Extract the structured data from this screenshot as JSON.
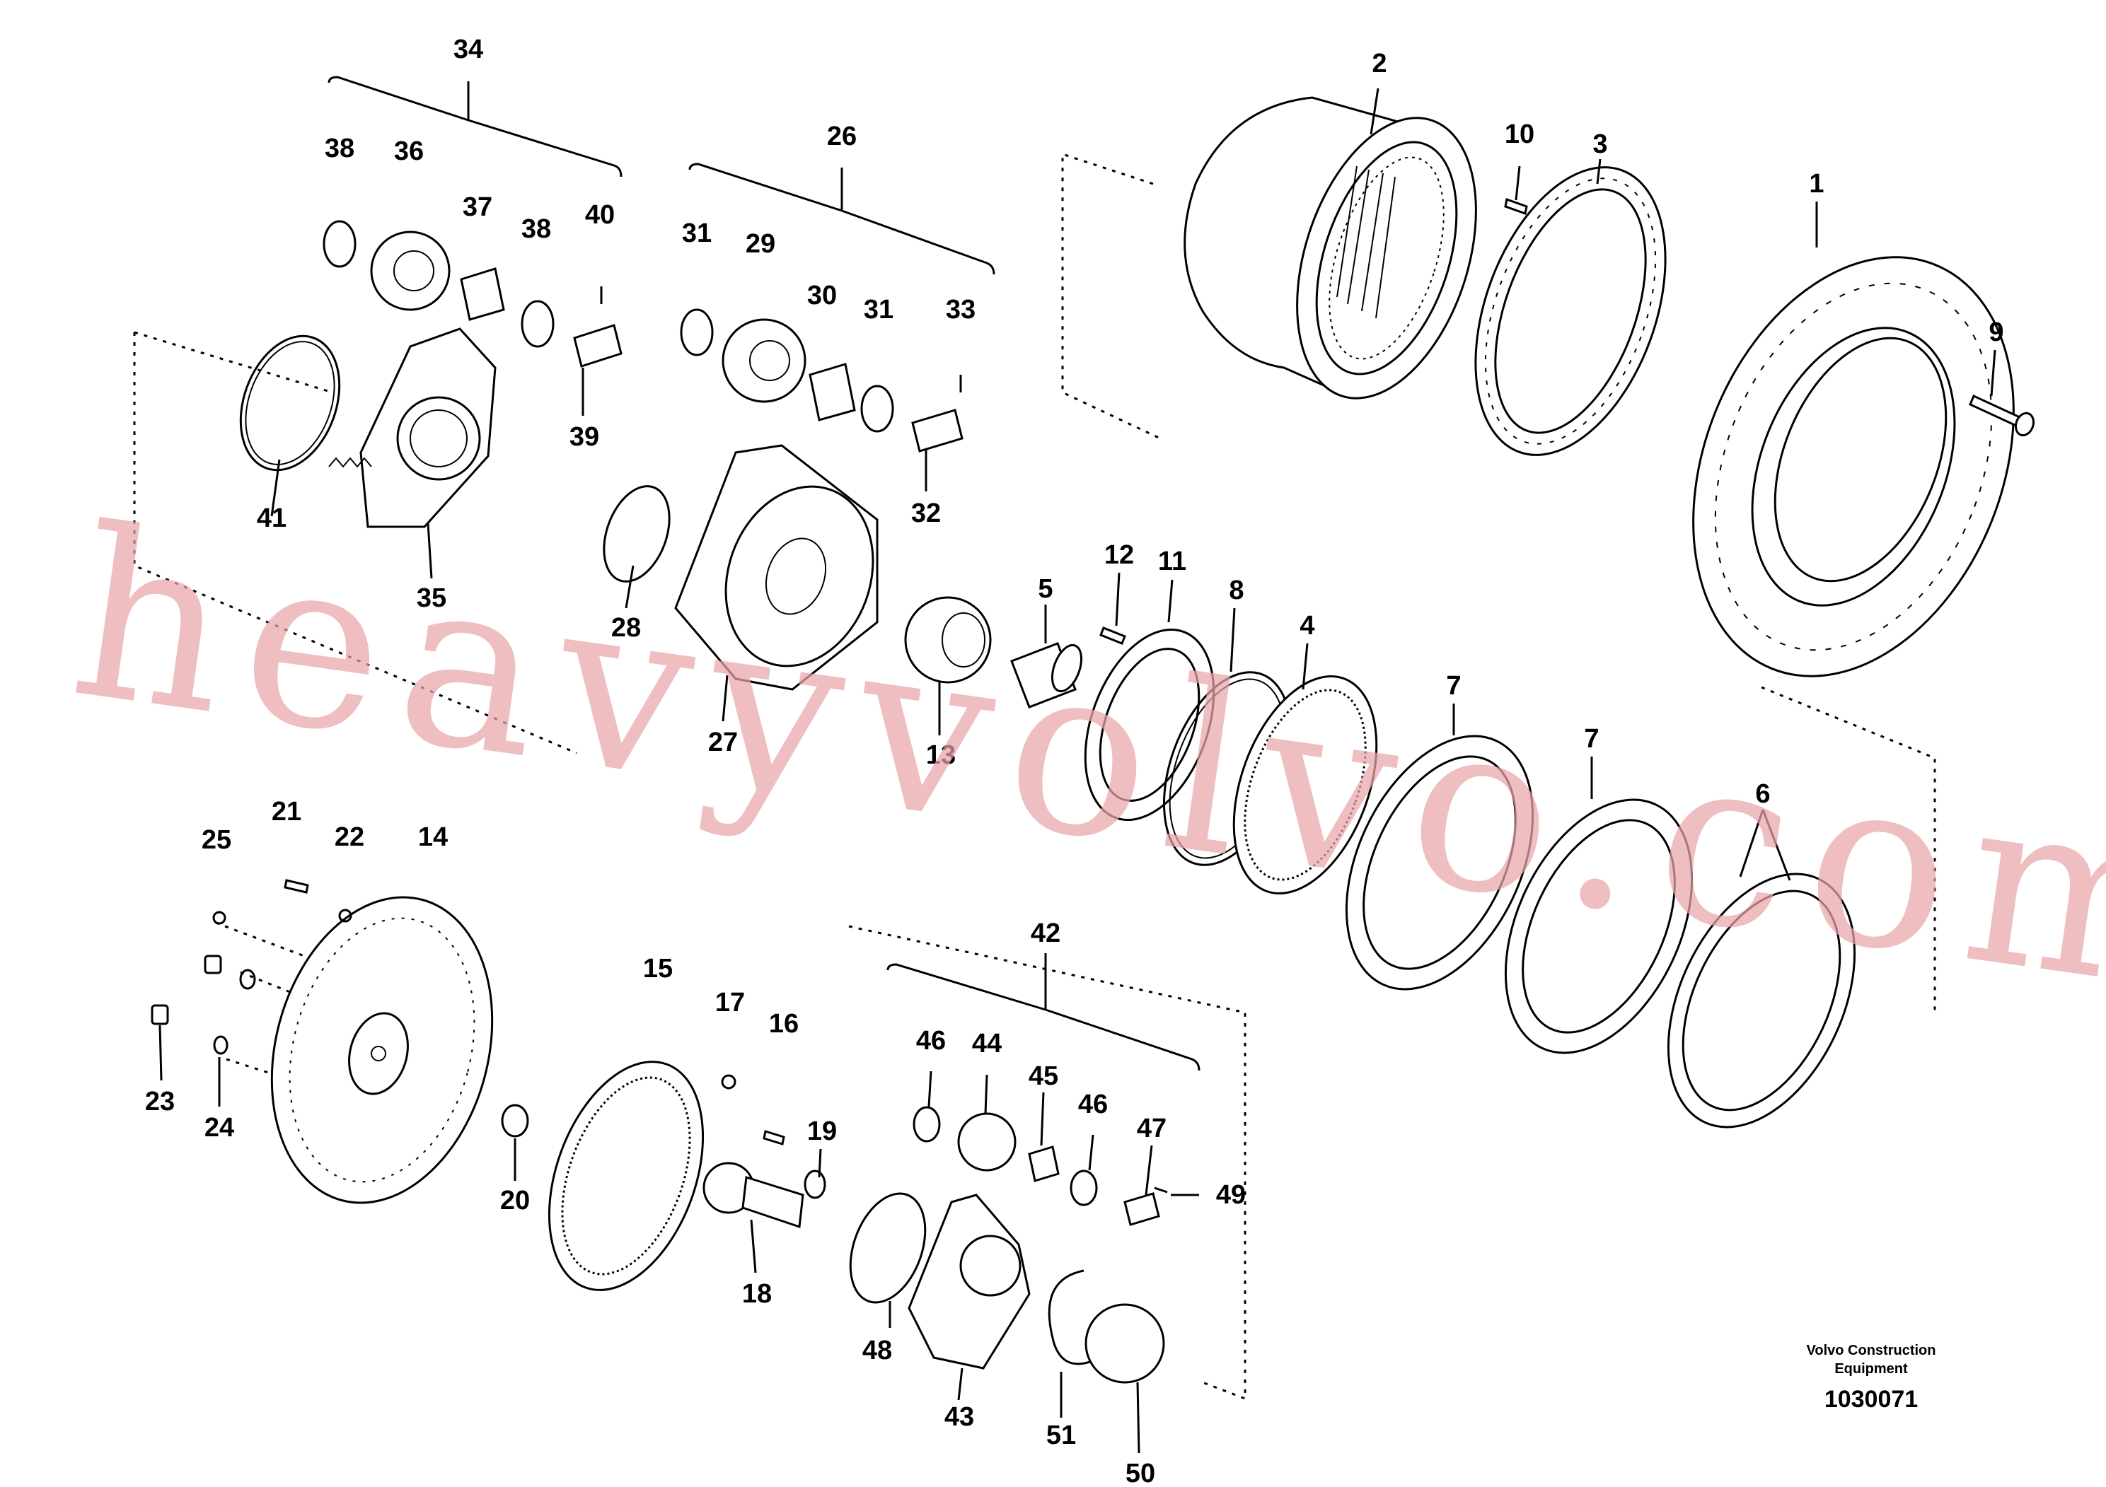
{
  "watermark": "heavyvolvo.com",
  "footer": {
    "brand_line1": "Volvo Construction",
    "brand_line2": "Equipment",
    "drawing_number": "1030071"
  },
  "callouts": {
    "n1": "1",
    "n2": "2",
    "n3": "3",
    "n4": "4",
    "n5": "5",
    "n6": "6",
    "n7a": "7",
    "n7b": "7",
    "n8": "8",
    "n9": "9",
    "n10": "10",
    "n11": "11",
    "n12": "12",
    "n13": "13",
    "n14": "14",
    "n15": "15",
    "n16": "16",
    "n17": "17",
    "n18": "18",
    "n19": "19",
    "n20": "20",
    "n21": "21",
    "n22": "22",
    "n23": "23",
    "n24": "24",
    "n25": "25",
    "n26": "26",
    "n27": "27",
    "n28": "28",
    "n29": "29",
    "n30": "30",
    "n31a": "31",
    "n31b": "31",
    "n32": "32",
    "n33": "33",
    "n34": "34",
    "n35": "35",
    "n36": "36",
    "n37": "37",
    "n38a": "38",
    "n38b": "38",
    "n39": "39",
    "n40": "40",
    "n41": "41",
    "n42": "42",
    "n43": "43",
    "n44": "44",
    "n45": "45",
    "n46a": "46",
    "n46b": "46",
    "n47": "47",
    "n48": "48",
    "n49": "49",
    "n50": "50",
    "n51": "51"
  }
}
